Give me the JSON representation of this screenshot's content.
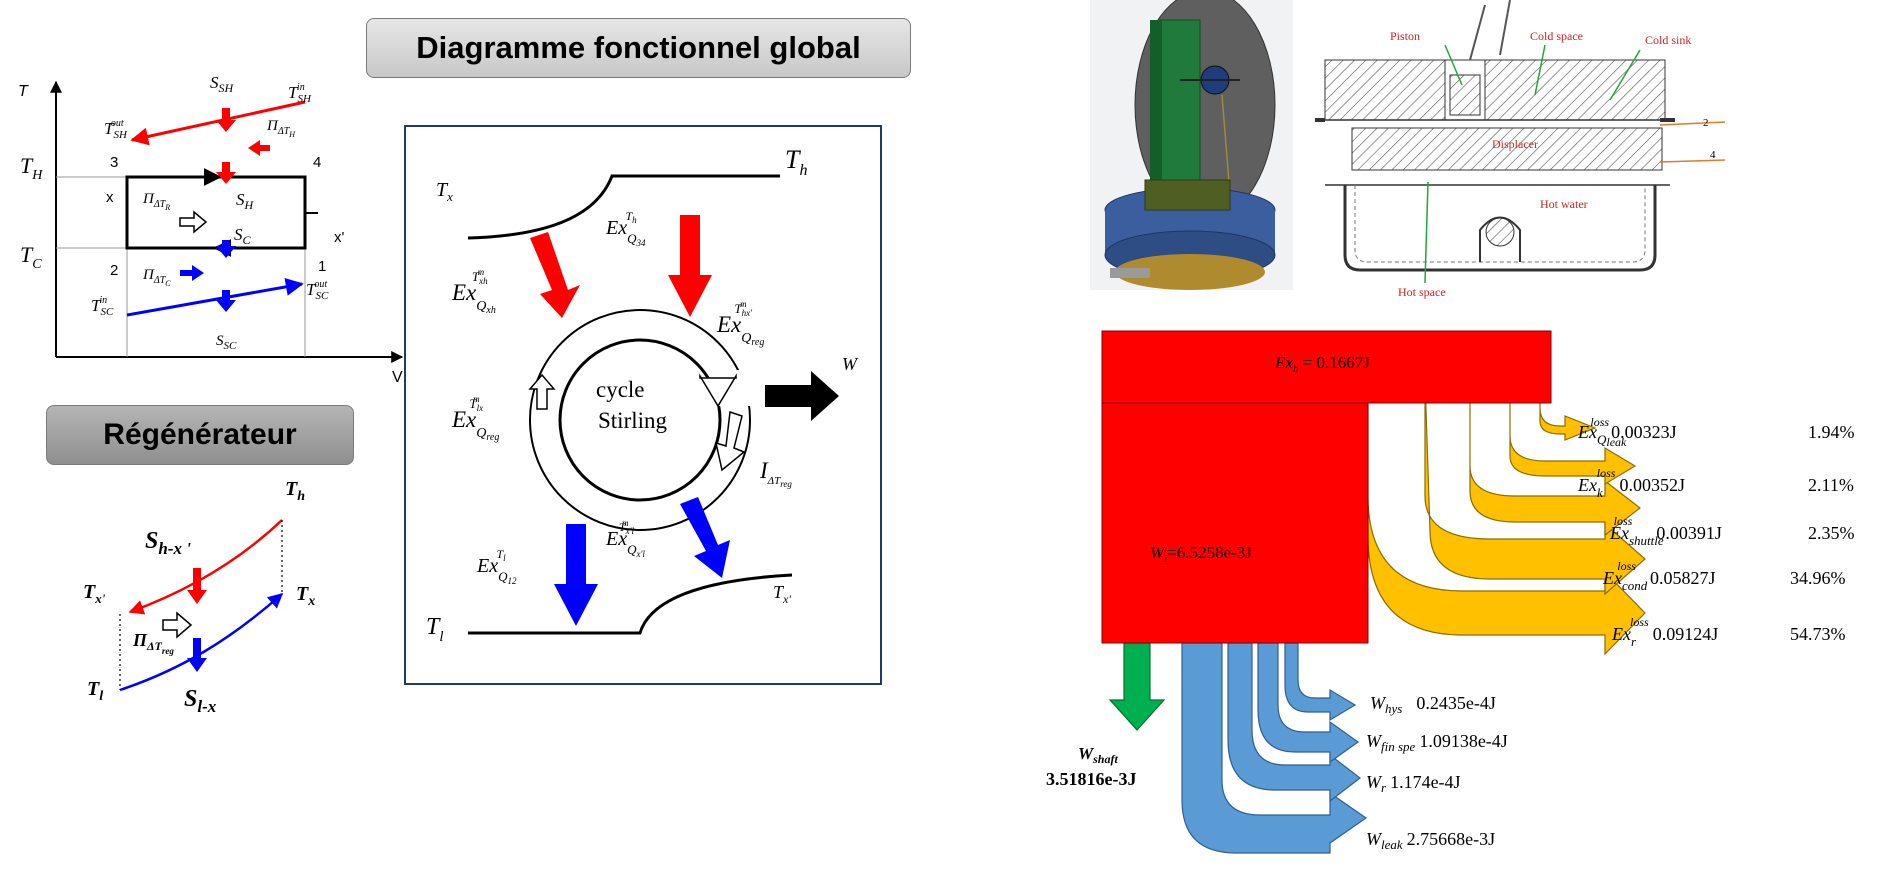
{
  "titles": {
    "global": "Diagramme fonctionnel global",
    "regen": "Régénérateur"
  },
  "ts_diagram": {
    "axis_t": "T",
    "axis_v": "V",
    "th": "T",
    "th_sub": "H",
    "tc": "T",
    "tc_sub": "C",
    "corners": [
      "3",
      "4",
      "2",
      "1"
    ],
    "x": "x",
    "xp": "x'",
    "s_sh": "S",
    "s_sh_sub": "SH",
    "s_h": "S",
    "s_h_sub": "H",
    "s_c": "S",
    "s_c_sub": "C",
    "s_sc": "S",
    "s_sc_sub": "SC",
    "t_sh_in": "T",
    "t_sh_in_sub": "SH",
    "t_sh_in_sup": "in",
    "t_sh_out": "T",
    "t_sh_out_sub": "SH",
    "t_sh_out_sup": "out",
    "t_sc_in": "T",
    "t_sc_in_sub": "SC",
    "t_sc_in_sup": "in",
    "t_sc_out": "T",
    "t_sc_out_sub": "SC",
    "t_sc_out_sup": "out",
    "pi": "Π",
    "pi_th": "ΔT",
    "pi_th_sub": "H",
    "pi_tr": "ΔT",
    "pi_tr_sub": "R",
    "pi_tc": "ΔT",
    "pi_tc_sub": "C"
  },
  "regen": {
    "th": "T",
    "th_sub": "h",
    "tx": "T",
    "tx_sub": "x",
    "txp": "T",
    "txp_sub": "x'",
    "tl": "T",
    "tl_sub": "l",
    "s_top": "S",
    "s_top_sub": "h-x '",
    "s_bot": "S",
    "s_bot_sub": "l-x",
    "pi": "Π",
    "pi_sub": "ΔT",
    "pi_subsub": "reg"
  },
  "func": {
    "th": "T",
    "th_sub": "h",
    "tx": "T",
    "tx_sub": "x",
    "tl": "T",
    "tl_sub": "l",
    "txp": "T",
    "txp_sub": "x'",
    "ex": "Ex",
    "q_xh": "Q",
    "q_xh_sub": "xh",
    "t_xh": "T",
    "t_xh_sub": "xh",
    "m": "m",
    "q_34": "Q",
    "q_34_sub": "34",
    "t_h": "T",
    "t_h_sub": "h",
    "q_reg": "Q",
    "q_reg_sub": "reg",
    "t_hx": "T",
    "t_hx_sub": "hx'",
    "t_lx": "T",
    "t_lx_sub": "lx",
    "q_12": "Q",
    "q_12_sub": "12",
    "t_l": "T",
    "t_l_sub": "l",
    "q_xl": "Q",
    "q_xl_sub": "x'l",
    "t_xl": "T",
    "t_xl_sub": "x'l",
    "cycle_1": "cycle",
    "cycle_2": "Stirling",
    "w": "W",
    "i": "I",
    "i_sub": "ΔT",
    "i_subsub": "reg"
  },
  "cad": {
    "piston": "Piston",
    "cold_space": "Cold space",
    "cold_sink": "Cold sink",
    "displacer": "Displacer",
    "hot_water": "Hot water",
    "hot_space": "Hot space",
    "n2": "2",
    "n4": "4"
  },
  "sankey": {
    "exh_label": "Ex",
    "exh_sub": "h",
    "exh_value": " = 0.1667J",
    "wi_label": "W",
    "wi_sub": "i",
    "wi_value": "=6.5258e-3J",
    "shaft_label": "W",
    "shaft_sub": "shaft",
    "shaft_value": "3.51816e-3J",
    "ex_losses": [
      {
        "sym": "Ex",
        "sub": "Q",
        "subsub": "leak",
        "sup": "loss",
        "value": "0.00323J",
        "pct": "1.94%"
      },
      {
        "sym": "Ex",
        "sub": "k",
        "subsub": "",
        "sup": "loss",
        "value": "0.00352J",
        "pct": "2.11%"
      },
      {
        "sym": "Ex",
        "sub": "shuttle",
        "subsub": "",
        "sup": "loss",
        "value": "0.00391J",
        "pct": "2.35%"
      },
      {
        "sym": "Ex",
        "sub": "cond",
        "subsub": "",
        "sup": "loss",
        "value": "0.05827J",
        "pct": "34.96%"
      },
      {
        "sym": "Ex",
        "sub": "r",
        "subsub": "",
        "sup": "loss",
        "value": "0.09124J",
        "pct": "54.73%"
      }
    ],
    "w_losses": [
      {
        "sym": "W",
        "sub": "hys",
        "value": "0.2435e-4J"
      },
      {
        "sym": "W",
        "sub": "fin spe",
        "value": "1.09138e-4J"
      },
      {
        "sym": "W",
        "sub": "r",
        "value": "1.174e-4J"
      },
      {
        "sym": "W",
        "sub": "leak",
        "value": "2.75668e-3J"
      }
    ]
  },
  "colors": {
    "red": "#ff0000",
    "blue": "#0000ff",
    "orange": "#ffc000",
    "lightblue": "#5b9bd5",
    "green": "#00b050"
  }
}
